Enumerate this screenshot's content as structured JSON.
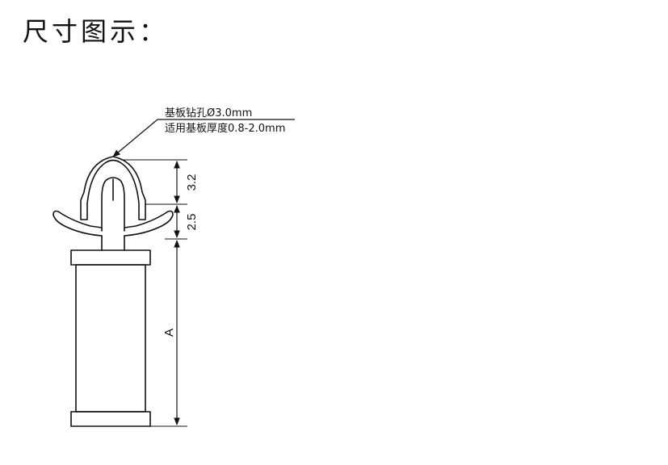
{
  "title": "尺寸图示：",
  "note": {
    "line1": "基板钻孔Ø3.0mm",
    "line2": "适用基板厚度0.8-2.0mm"
  },
  "dimensions": {
    "top_height": "3.2",
    "gap_height": "2.5",
    "body_length": "A"
  },
  "colors": {
    "stroke": "#111111",
    "background": "#ffffff"
  }
}
